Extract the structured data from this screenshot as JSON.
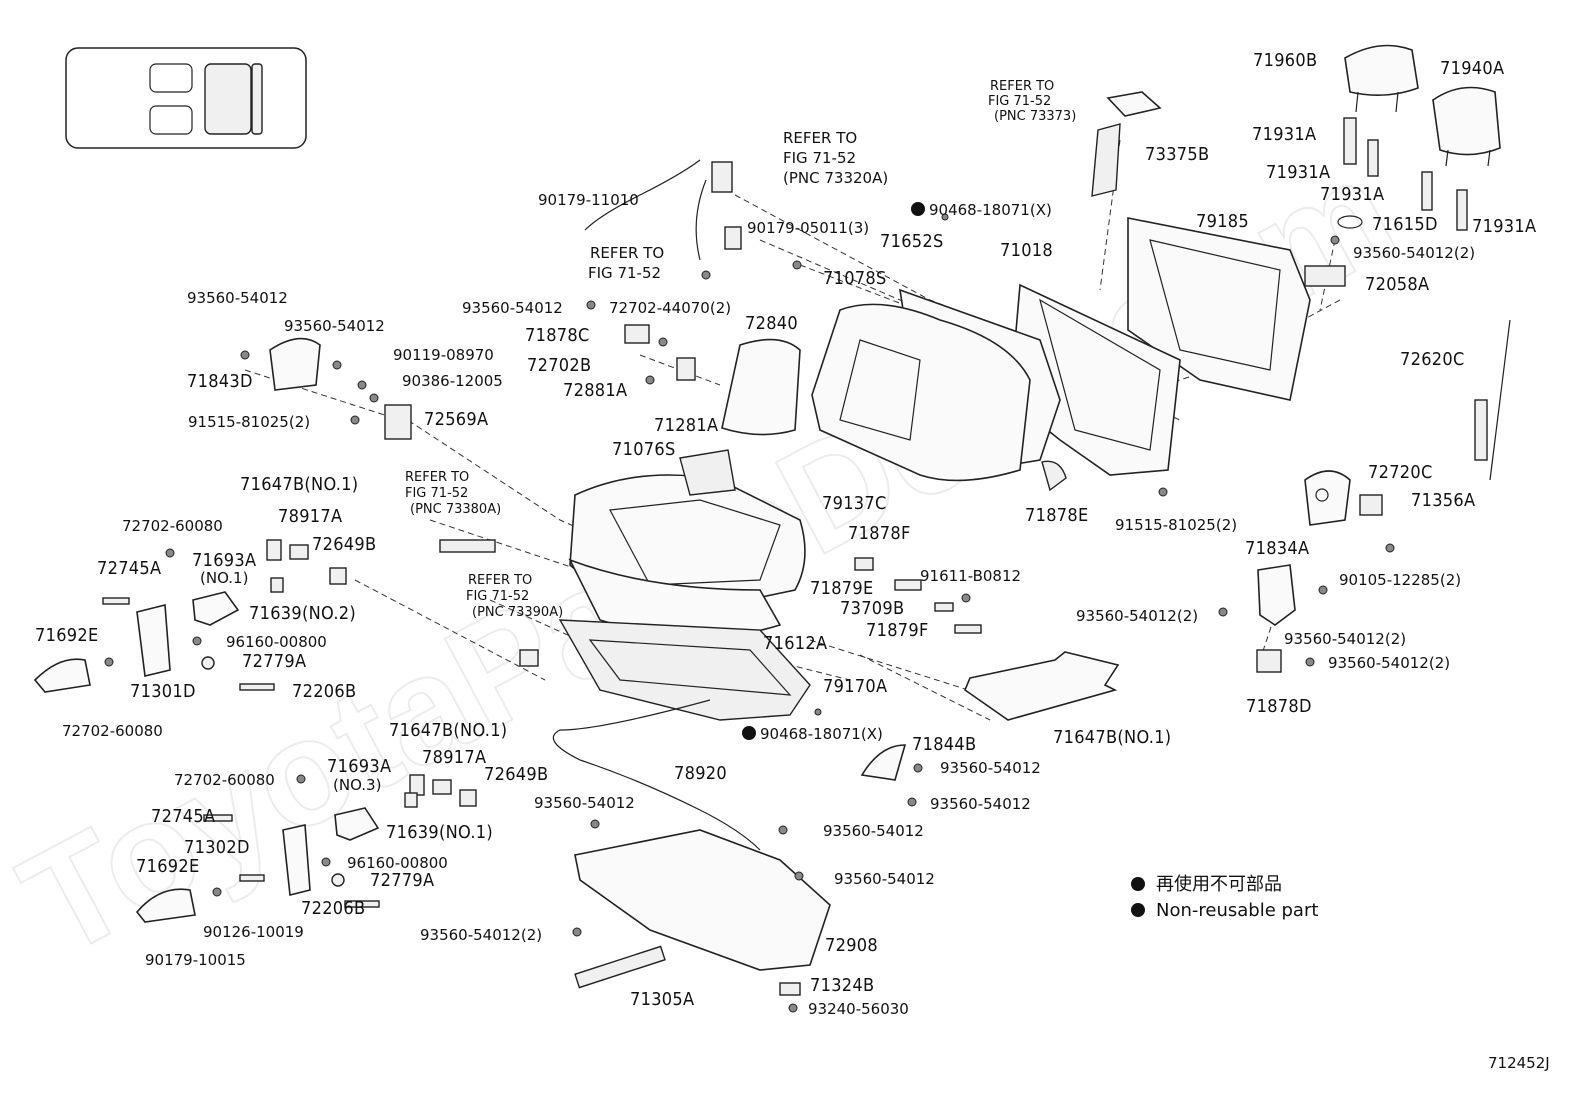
{
  "figure_id": "712452J",
  "watermark": "ToyotaPartsDeal.com",
  "legend": {
    "jp": "再使用不可部品",
    "en": "Non-reusable part"
  },
  "refs": [
    "REFER TO\nFIG 71-52\n(PNC 73320A)",
    "REFER TO\nFIG 71-52",
    "REFER TO\nFIG 71-52\n(PNC 73373)",
    "REFER TO\nFIG 71-52\n(PNC 73380A)",
    "REFER TO\nFIG 71-52\n(PNC 73390A)"
  ],
  "labels": {
    "p71960B": "71960B",
    "p71940A": "71940A",
    "p71931A_1": "71931A",
    "p71931A_2": "71931A",
    "p71931A_3": "71931A",
    "p71931A_4": "71931A",
    "p71615D": "71615D",
    "p93560_54012_2a": "93560-54012(2)",
    "p72058A": "72058A",
    "p79185": "79185",
    "p73375B": "73375B",
    "p90468_18071_a": "90468-18071(X)",
    "p71652S": "71652S",
    "p71018": "71018",
    "p71078S": "71078S",
    "p90179_11010": "90179-11010",
    "p90179_05011": "90179-05011(3)",
    "p93560_54012_a": "93560-54012",
    "p93560_54012_b": "93560-54012",
    "p90119_08970": "90119-08970",
    "p90386_12005": "90386-12005",
    "p71843D": "71843D",
    "p91515_81025_a": "91515-81025(2)",
    "p72569A": "72569A",
    "p93560_54012_c": "93560-54012",
    "p72702_44070": "72702-44070(2)",
    "p71878C": "71878C",
    "p72840": "72840",
    "p72702B": "72702B",
    "p72881A": "72881A",
    "p71281A": "71281A",
    "p71076S": "71076S",
    "p72620C": "72620C",
    "p79137C": "79137C",
    "p71878E": "71878E",
    "p72720C": "72720C",
    "p71356A": "71356A",
    "p91515_81025_b": "91515-81025(2)",
    "p71647B_1": "71647B(NO.1)",
    "p78917A_1": "78917A",
    "p72702_60080_a": "72702-60080",
    "p72649B_1": "72649B",
    "p72745A_1": "72745A",
    "p71693A_1": "71693A",
    "p71693A_1n": "(NO.1)",
    "p71639_2": "71639(NO.2)",
    "p71692E_1": "71692E",
    "p96160_00800_a": "96160-00800",
    "p72779A_1": "72779A",
    "p71301D": "71301D",
    "p72206B_1": "72206B",
    "p72702_60080_b": "72702-60080",
    "p71878F": "71878F",
    "p91611_B0812": "91611-B0812",
    "p71879E": "71879E",
    "p73709B": "73709B",
    "p71879F": "71879F",
    "p71612A": "71612A",
    "p79170A": "79170A",
    "p90468_18071_b": "90468-18071(X)",
    "p71834A": "71834A",
    "p90105_12285": "90105-12285(2)",
    "p93560_54012_2b": "93560-54012(2)",
    "p93560_54012_2c": "93560-54012(2)",
    "p93560_54012_2d": "93560-54012(2)",
    "p71878D": "71878D",
    "p71647B_3": "71647B(NO.1)",
    "p71844B": "71844B",
    "p93560_54012_d": "93560-54012",
    "p93560_54012_e": "93560-54012",
    "p71647B_2": "71647B(NO.1)",
    "p78917A_2": "78917A",
    "p71693A_3": "71693A",
    "p71693A_3n": "(NO.3)",
    "p72649B_2": "72649B",
    "p78920": "78920",
    "p72702_60080_c": "72702-60080",
    "p72745A_2": "72745A",
    "p71639_1": "71639(NO.1)",
    "p71302D": "71302D",
    "p96160_00800_b": "96160-00800",
    "p71692E_2": "71692E",
    "p72779A_2": "72779A",
    "p72206B_2": "72206B",
    "p90126_10019": "90126-10019",
    "p90179_10015": "90179-10015",
    "p93560_54012_f": "93560-54012",
    "p93560_54012_g": "93560-54012",
    "p93560_54012_h": "93560-54012",
    "p93560_54012_2e": "93560-54012(2)",
    "p72908": "72908",
    "p71324B": "71324B",
    "p93240_56030": "93240-56030",
    "p71305A": "71305A"
  }
}
